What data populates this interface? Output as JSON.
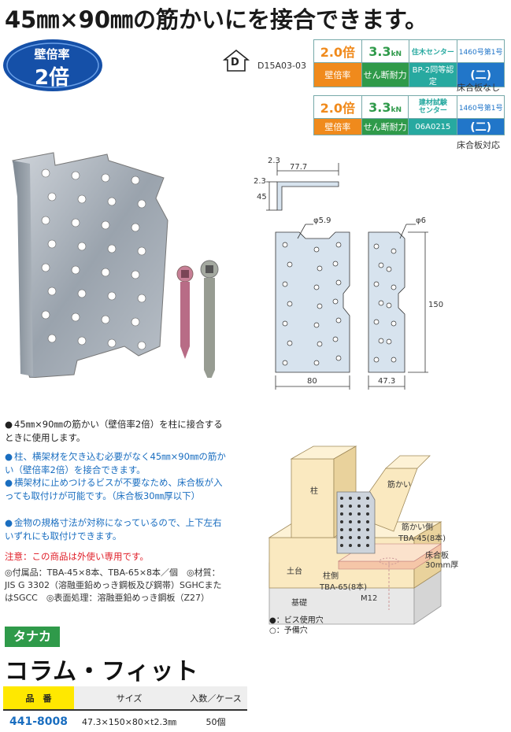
{
  "headline": "45㎜×90㎜の筋かいにを接合できます。",
  "badge": {
    "line1": "壁倍率",
    "line2": "2倍"
  },
  "certification": {
    "mark": "D",
    "code": "D15A03-03"
  },
  "spec_tables": [
    {
      "values": [
        "2.0倍",
        "3.3",
        "住木センター",
        "1460号第1号"
      ],
      "value_unit": "kN",
      "labels": [
        "壁倍率",
        "せん断耐力",
        "BP-2同等認定",
        "(二)"
      ],
      "note": "床合板なし"
    },
    {
      "values": [
        "2.0倍",
        "3.3",
        "建材試験\nセンター",
        "1460号第1号"
      ],
      "value_unit": "kN",
      "labels": [
        "壁倍率",
        "せん断耐力",
        "06A0215",
        "(二)"
      ],
      "note": "床合板対応"
    }
  ],
  "drawing": {
    "dim_thickness_1": "2.3",
    "dim_thickness_2": "2.3",
    "dim_width": "77.7",
    "dim_flange": "45",
    "hole_left": "φ5.9",
    "hole_right": "φ6",
    "dim_height": "150",
    "dim_bottom_left": "80",
    "dim_bottom_right": "47.3"
  },
  "bullets": [
    {
      "text": "45㎜×90㎜の筋かい（壁倍率2倍）を柱に接合するときに使用します。",
      "color": "black"
    },
    {
      "text": "柱、横架材を欠き込む必要がなく45㎜×90㎜の筋かい（壁倍率2倍）を接合できます。",
      "color": "blue"
    },
    {
      "text": "横架材に止めつけるビスが不要なため、床合板が入っても取付けが可能です。（床合板30㎜厚以下）",
      "color": "blue"
    },
    {
      "text": "金物の規格寸法が対称になっているので、上下左右いずれにも取付けできます。",
      "color": "blue"
    }
  ],
  "caution": "注意：この商品は外使い専用です。",
  "specs_text": "◎付属品：TBA-45×8本、TBA-65×8本／個　◎材質：JIS G 3302（溶融亜鉛めっき鋼板及び鋼帯）SGHCまたはSGCC　◎表面処理：溶融亜鉛めっき鋼板（Z27）",
  "diagram": {
    "pillar": "柱",
    "brace": "筋かい",
    "brace_side": "筋かい側",
    "brace_screw": "TBA-45(8本)",
    "floor_board": "床合板",
    "floor_thickness": "30mm厚",
    "sill": "土台",
    "pillar_side": "柱側",
    "pillar_screw": "TBA-65(8本)",
    "bolt": "M12",
    "foundation": "基礎",
    "legend_used": "●：ビス使用穴",
    "legend_spare": "○：予備穴"
  },
  "maker": "タナカ",
  "product_name": "コラム・フィット",
  "table": {
    "headers": [
      "品　番",
      "サイズ",
      "入数／ケース"
    ],
    "rows": [
      [
        "441-8008",
        "47.3×150×80×t2.3㎜",
        "50個"
      ]
    ]
  },
  "colors": {
    "orange": "#f08a1c",
    "green": "#2f9a4a",
    "teal": "#27a9a0",
    "blue": "#2176c9",
    "yellow": "#ffe800"
  }
}
